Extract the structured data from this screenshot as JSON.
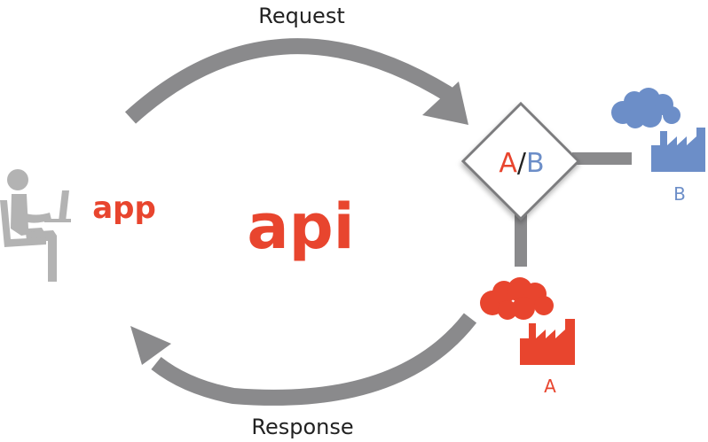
{
  "labels": {
    "request": "Request",
    "response": "Response",
    "app": "app",
    "api": "api",
    "switch_a": "A",
    "switch_sep": "/",
    "switch_b": "B",
    "factory_a": "A",
    "factory_b": "B"
  },
  "colors": {
    "arrow": "#8a8a8c",
    "user": "#b3b3b3",
    "brand": "#e8452e",
    "variant_a": "#e8452e",
    "variant_b": "#6c8ec8",
    "diamond_border": "#7c7c7e",
    "text_dark": "#222222"
  },
  "icons": {
    "user": "person-at-laptop-icon",
    "factory_a": "factory-icon",
    "factory_b": "factory-icon",
    "cloud_a": "cloud-icon",
    "cloud_b": "cloud-icon"
  }
}
